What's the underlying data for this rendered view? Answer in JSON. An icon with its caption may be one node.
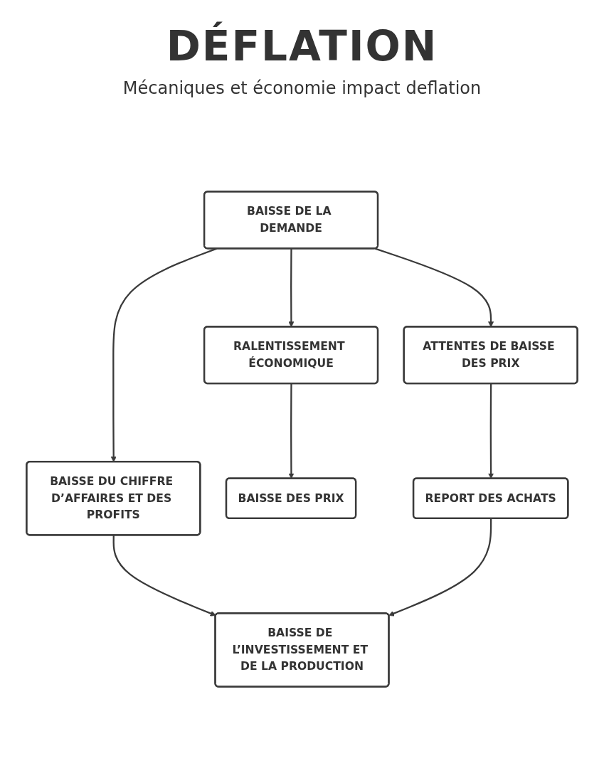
{
  "diagram": {
    "title": "DÉFLATION",
    "nodes": [
      {
        "text": [
          "BAISSE DE LA DEMANDE"
        ]
      },
      {
        "text": [
          "RALENTISSEMENT ÉCONOMIQUE"
        ]
      },
      {
        "text": [
          "BAISSE DES PRIX"
        ]
      },
      {
        "text": [
          "BAISSE DU CHIFFRE D’AFFAIRES ET DES PROFITS"
        ]
      },
      {
        "text": [
          "ATTENTES DE BAISSE DES PRIX"
        ]
      },
      {
        "text": [
          "BAISSE DE L’INVESTISSEMENT ET DE LA PRODUCTION"
        ]
      },
      {
        "text": [
          "REPORT DES ACHATS"
        ]
      }
    ],
    "edges": [
      {
        "from": 0,
        "to": 1,
        "arrow": "to"
      },
      {
        "from": 1,
        "to": 2,
        "arrow": "to"
      },
      {
        "from": 0,
        "to": 3,
        "arrow": "to"
      },
      {
        "from": 0,
        "to": 4,
        "arrow": "to"
      },
      {
        "from": 3,
        "to": 5,
        "arrow": "to"
      },
      {
        "from": 4,
        "to": 6,
        "arrow": "to"
      },
      {
        "from": 6,
        "to": 5,
        "arrow": "to"
      }
    ],
    "labels": [
      "Mécaniques et économie impact deflation"
    ]
  }
}
